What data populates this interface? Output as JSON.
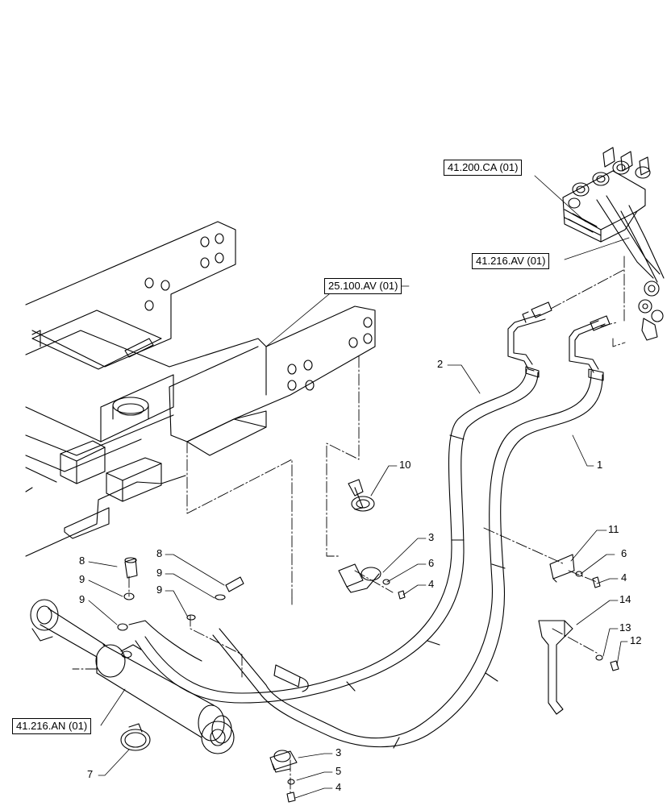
{
  "references": {
    "valve_group": "41.200.CA (01)",
    "lines_top": "41.216.AV (01)",
    "frame": "25.100.AV (01)",
    "cylinder": "41.216.AN (01)"
  },
  "callouts": {
    "c1": "1",
    "c2": "2",
    "c3a": "3",
    "c3b": "3",
    "c4a": "4",
    "c4b": "4",
    "c4c": "4",
    "c5": "5",
    "c6a": "6",
    "c6b": "6",
    "c7": "7",
    "c8a": "8",
    "c8b": "8",
    "c9a": "9",
    "c9b": "9",
    "c9c": "9",
    "c9d": "9",
    "c10": "10",
    "c11": "11",
    "c12": "12",
    "c13": "13",
    "c14": "14"
  }
}
